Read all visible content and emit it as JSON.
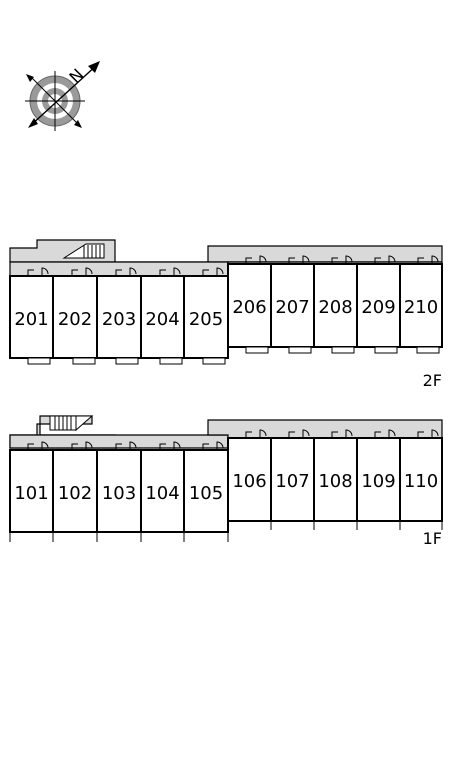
{
  "floors": [
    {
      "label": "2F",
      "units": [
        "201",
        "202",
        "203",
        "204",
        "205",
        "206",
        "207",
        "208",
        "209",
        "210"
      ]
    },
    {
      "label": "1F",
      "units": [
        "101",
        "102",
        "103",
        "104",
        "105",
        "106",
        "107",
        "108",
        "109",
        "110"
      ]
    }
  ]
}
